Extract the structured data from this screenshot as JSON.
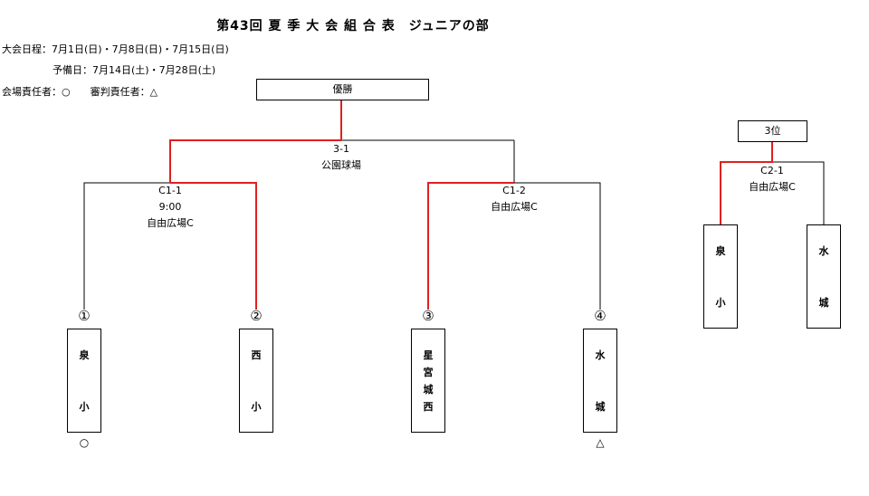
{
  "title": "第43回 夏 季 大 会 組 合 表　ジュニアの部",
  "info": {
    "schedule_label": "大会日程：",
    "schedule_dates": "7月1日(日)・7月8日(日)・7月15日(日)",
    "reserve_label": "予備日：",
    "reserve_dates": "7月14日(土)・7月28日(土)",
    "responsibility": "会場責任者：○　　審判責任者：△"
  },
  "final": {
    "box_label": "優勝",
    "match_id": "3-1",
    "venue": "公園球場"
  },
  "semi1": {
    "match_id": "C1-1",
    "time": "9:00",
    "venue": "自由広場C"
  },
  "semi2": {
    "match_id": "C1-2",
    "venue": "自由広場C"
  },
  "third_place": {
    "box_label": "3位",
    "match_id": "C2-1",
    "venue": "自由広場C",
    "team_left": [
      "泉",
      "小"
    ],
    "team_right": [
      "水",
      "城"
    ]
  },
  "teams": [
    {
      "number": "①",
      "chars": [
        "泉",
        "小"
      ],
      "mark": "○"
    },
    {
      "number": "②",
      "chars": [
        "西",
        "小"
      ],
      "mark": ""
    },
    {
      "number": "③",
      "chars": [
        "星",
        "宮",
        "城",
        "西"
      ],
      "mark": ""
    },
    {
      "number": "④",
      "chars": [
        "水",
        "城"
      ],
      "mark": "△"
    }
  ],
  "colors": {
    "winner_line": "#e02020",
    "line": "#000000"
  }
}
